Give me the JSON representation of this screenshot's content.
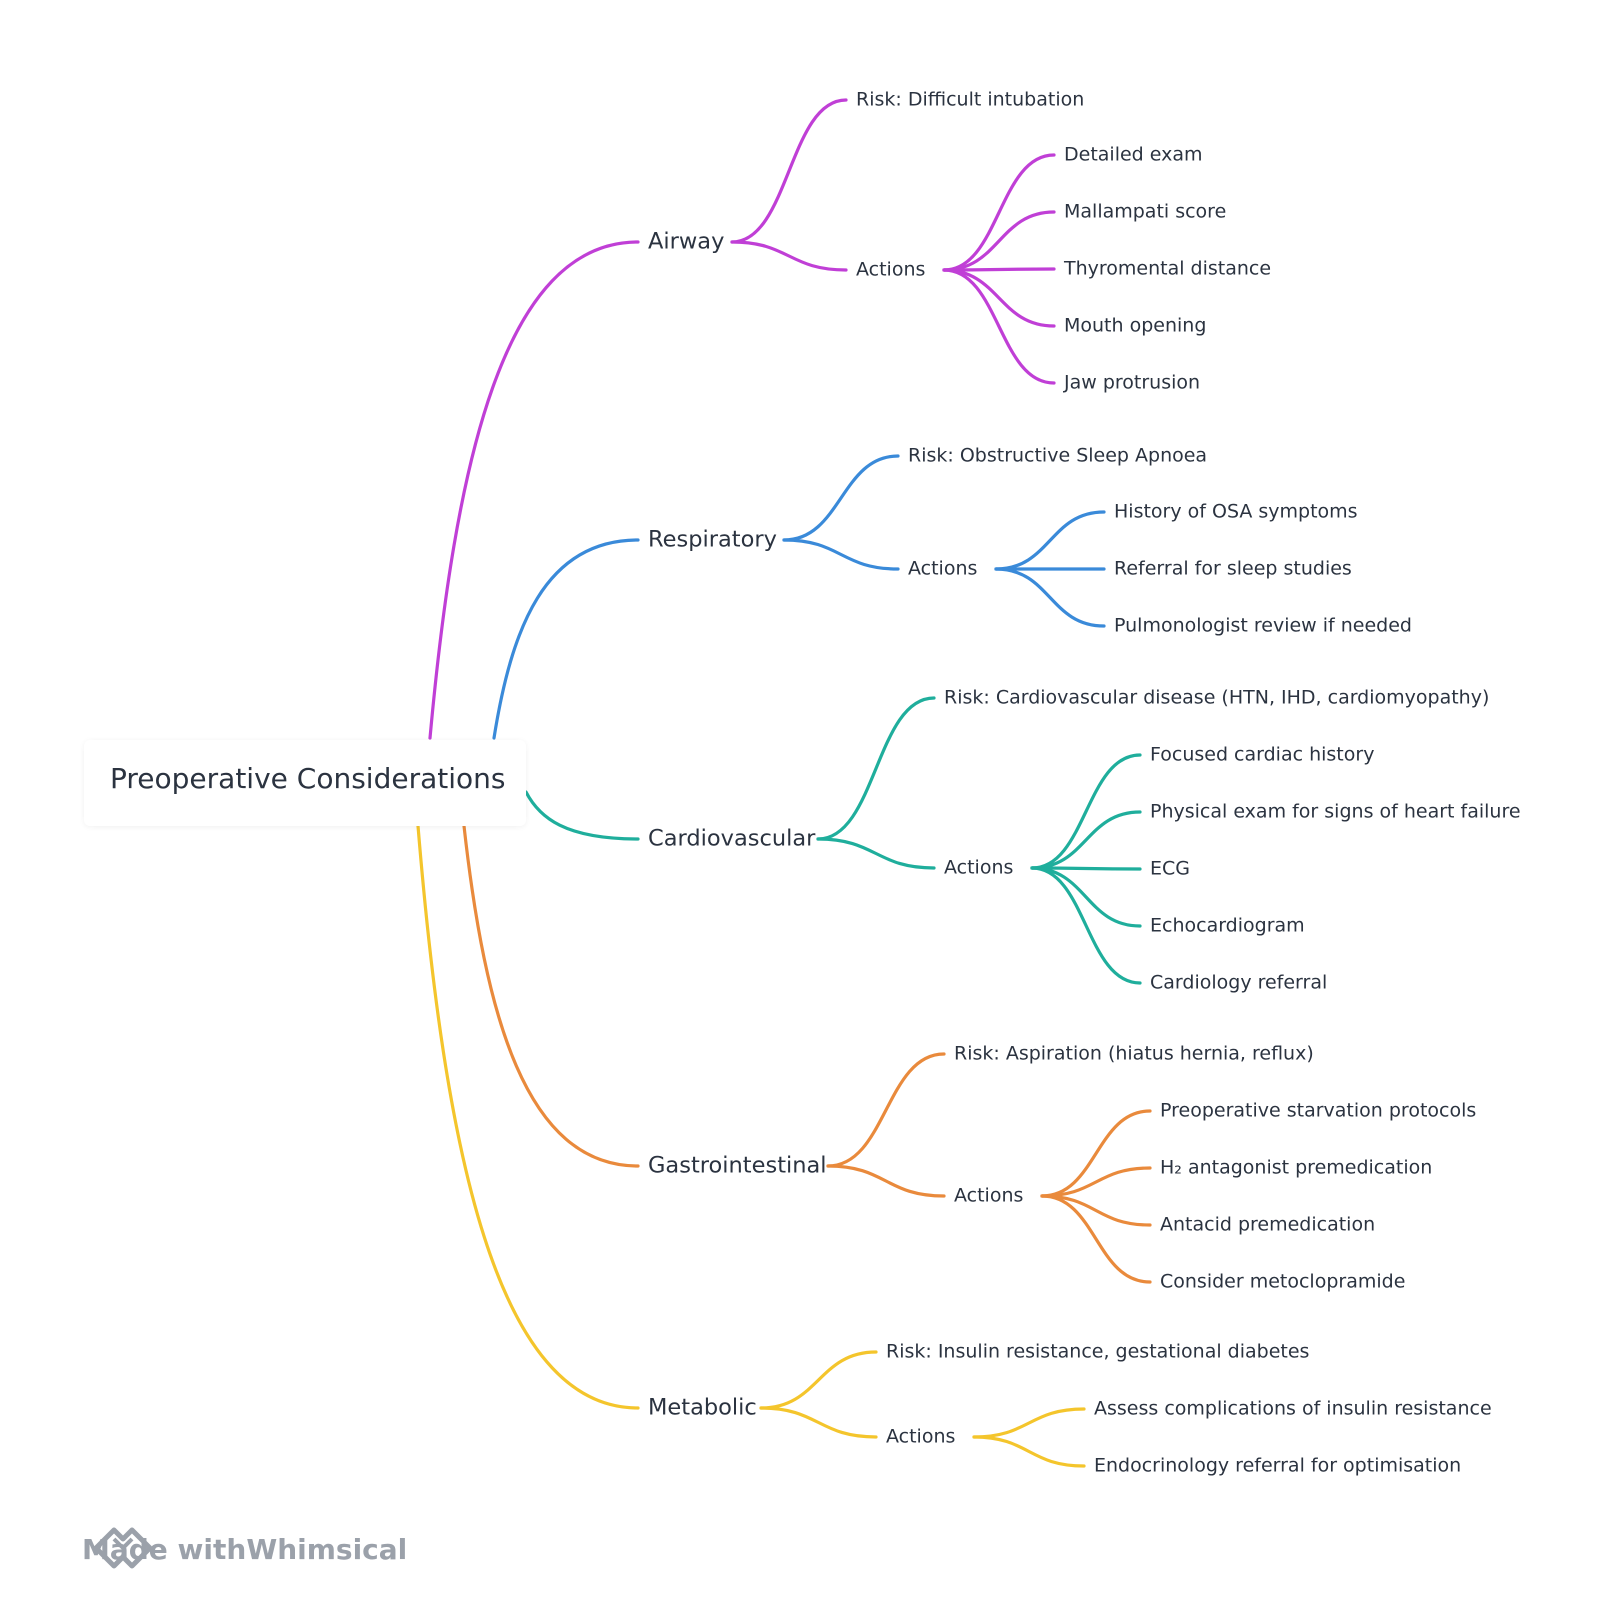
{
  "root": {
    "label": "Preoperative Considerations"
  },
  "branches": [
    {
      "id": "airway",
      "label": "Airway",
      "color": "#c03fd6",
      "risk": "Risk: Difficult intubation",
      "actions_label": "Actions",
      "actions": [
        "Detailed exam",
        "Mallampati score",
        "Thyromental distance",
        "Mouth opening",
        "Jaw protrusion"
      ]
    },
    {
      "id": "respiratory",
      "label": "Respiratory",
      "color": "#3a8ad9",
      "risk": "Risk: Obstructive Sleep Apnoea",
      "actions_label": "Actions",
      "actions": [
        "History of OSA symptoms",
        "Referral for sleep studies",
        "Pulmonologist review if needed"
      ]
    },
    {
      "id": "cardiovascular",
      "label": "Cardiovascular",
      "color": "#1fae9c",
      "risk": "Risk: Cardiovascular disease (HTN, IHD, cardiomyopathy)",
      "actions_label": "Actions",
      "actions": [
        "Focused cardiac history",
        "Physical exam for signs of heart failure",
        "ECG",
        "Echocardiogram",
        "Cardiology referral"
      ]
    },
    {
      "id": "gastrointestinal",
      "label": "Gastrointestinal",
      "color": "#e98a3c",
      "risk": "Risk: Aspiration (hiatus hernia, reflux)",
      "actions_label": "Actions",
      "actions": [
        "Preoperative starvation protocols",
        "H₂ antagonist premedication",
        "Antacid premedication",
        "Consider metoclopramide"
      ]
    },
    {
      "id": "metabolic",
      "label": "Metabolic",
      "color": "#f4c52c",
      "risk": "Risk: Insulin resistance, gestational diabetes",
      "actions_label": "Actions",
      "actions": [
        "Assess complications of insulin resistance",
        "Endocrinology referral for optimisation"
      ]
    }
  ],
  "watermark": {
    "prefix": "Made with",
    "brand": "Whimsical"
  }
}
